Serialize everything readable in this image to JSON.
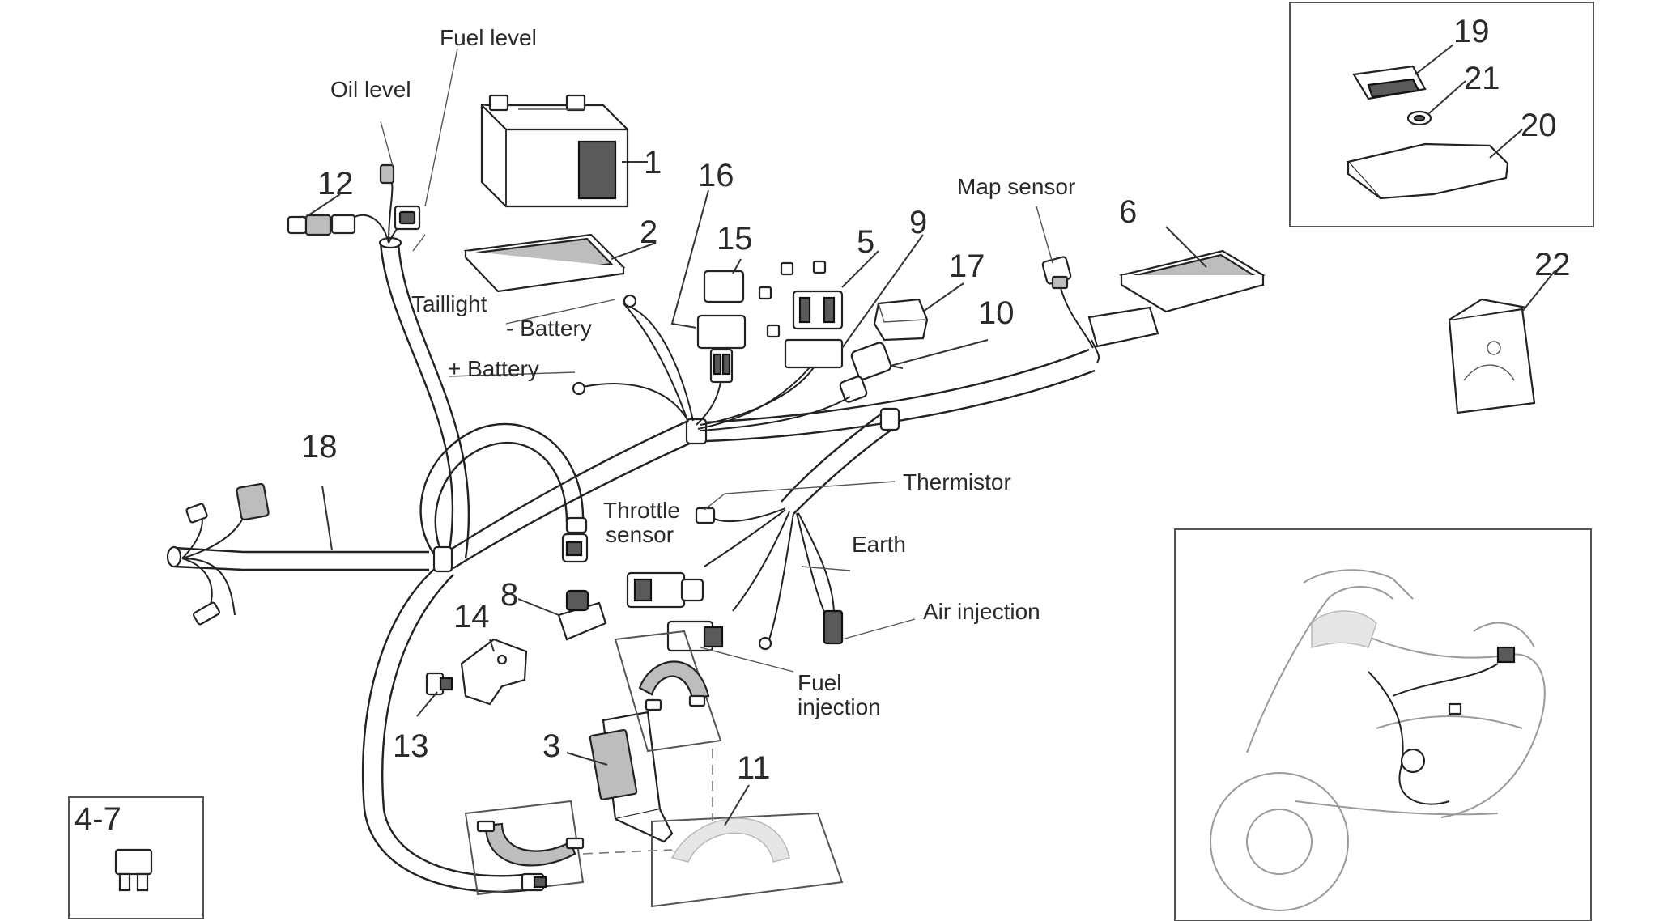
{
  "callouts": {
    "c1": "1",
    "c2": "2",
    "c3": "3",
    "c4_7": "4-7",
    "c5": "5",
    "c6": "6",
    "c8": "8",
    "c9": "9",
    "c10": "10",
    "c11": "11",
    "c12": "12",
    "c13": "13",
    "c14": "14",
    "c15": "15",
    "c16": "16",
    "c17": "17",
    "c18": "18",
    "c19": "19",
    "c20": "20",
    "c21": "21",
    "c22": "22"
  },
  "labels": {
    "fuel_level": "Fuel level",
    "oil_level": "Oil level",
    "taillight": "Taillight",
    "minus_battery": "- Battery",
    "plus_battery": "+ Battery",
    "map_sensor": "Map sensor",
    "thermistor": "Thermistor",
    "throttle_sensor_line1": "Throttle",
    "throttle_sensor_line2": "sensor",
    "earth": "Earth",
    "air_injection": "Air injection",
    "fuel_injection_line1": "Fuel",
    "fuel_injection_line2": "injection"
  }
}
